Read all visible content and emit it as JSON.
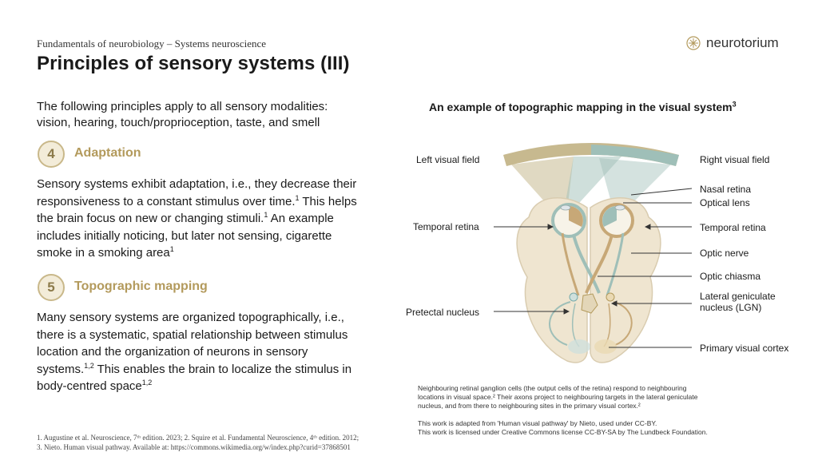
{
  "header": {
    "subtitle": "Fundamentals of neurobiology – Systems neuroscience",
    "title": "Principles of sensory systems (III)",
    "logo_text": "neurotorium"
  },
  "intro": {
    "line1": "The following principles apply to all sensory modalities:",
    "line2": "vision, hearing, touch/proprioception, taste, and smell"
  },
  "sections": [
    {
      "number": "4",
      "heading": "Adaptation",
      "lines": [
        {
          "text": "Sensory systems exhibit adaptation, i.e., they decrease their",
          "sup": ""
        },
        {
          "text": "responsiveness to a constant stimulus over time.",
          "sup": "1",
          "text2": " This helps"
        },
        {
          "text": "the brain focus on new or changing stimuli.",
          "sup": "1",
          "text2": " An example"
        },
        {
          "text": "includes initially noticing, but later not sensing, cigarette",
          "sup": ""
        },
        {
          "text": "smoke in a smoking area",
          "sup": "1"
        }
      ]
    },
    {
      "number": "5",
      "heading": "Topographic mapping",
      "lines": [
        {
          "text": "Many sensory systems are organized topographically, i.e.,",
          "sup": ""
        },
        {
          "text": "there is a systematic, spatial relationship between stimulus",
          "sup": ""
        },
        {
          "text": "location and the organization of neurons in sensory",
          "sup": ""
        },
        {
          "text": "systems.",
          "sup": "1,2",
          "text2": " This enables the brain to localize the stimulus in"
        },
        {
          "text": "body-centred space",
          "sup": "1,2"
        }
      ]
    }
  ],
  "references": {
    "line1": "1. Augustine et al. Neuroscience, 7ᵗʰ edition. 2023; 2. Squire et al. Fundamental Neuroscience, 4ᵗʰ edition. 2012;",
    "line2": "3. Nieto. Human visual pathway. Available at: https://commons.wikimedia.org/w/index.php?curid=37868501"
  },
  "figure": {
    "title": "An example of topographic mapping in the visual system",
    "title_sup": "3",
    "labels": {
      "left_visual_field": "Left visual field",
      "right_visual_field": "Right visual field",
      "temporal_retina_left": "Temporal retina",
      "pretectal_nucleus": "Pretectal nucleus",
      "nasal_retina": "Nasal retina",
      "optical_lens": "Optical lens",
      "temporal_retina_right": "Temporal retina",
      "optic_nerve": "Optic nerve",
      "optic_chiasma": "Optic chiasma",
      "lgn_line1": "Lateral geniculate",
      "lgn_line2": "nucleus (LGN)",
      "primary_visual_cortex": "Primary visual cortex"
    },
    "caption": [
      "Neighbouring retinal ganglion cells (the output cells of the retina) respond to neighbouring",
      "locations in visual space.² Their axons project to neighbouring targets in the lateral geniculate",
      "nucleus, and from there to neighbouring sites in the primary visual cortex.²"
    ],
    "credit": [
      "This work is adapted from 'Human visual pathway' by Nieto, used under CC-BY.",
      "This work is licensed under Creative Commons license CC-BY-SA by The Lundbeck Foundation."
    ]
  },
  "colors": {
    "accent_gold": "#b39a5c",
    "teal": "#8fb5ae",
    "brain": "#efe5d0"
  }
}
